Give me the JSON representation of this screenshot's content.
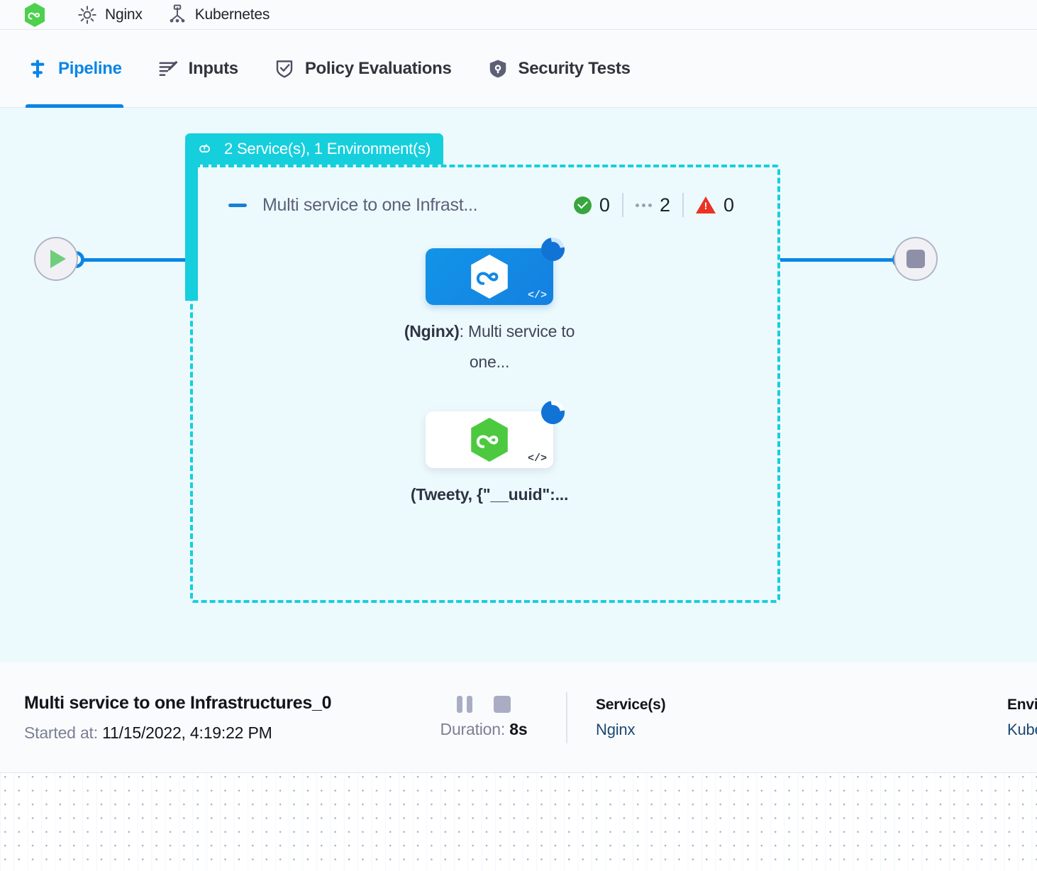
{
  "breadcrumb": {
    "items": [
      {
        "icon": "harness-hexagon-logo",
        "label": ""
      },
      {
        "icon": "gear-icon",
        "label": "Nginx"
      },
      {
        "icon": "kubernetes-icon",
        "label": "Kubernetes"
      }
    ]
  },
  "tabs": [
    {
      "id": "pipeline",
      "label": "Pipeline",
      "icon": "pipeline-icon",
      "active": true
    },
    {
      "id": "inputs",
      "label": "Inputs",
      "icon": "inputs-icon",
      "active": false
    },
    {
      "id": "policy-evaluations",
      "label": "Policy Evaluations",
      "icon": "policy-shield-check-icon",
      "active": false
    },
    {
      "id": "security-tests",
      "label": "Security Tests",
      "icon": "security-shield-icon",
      "active": false
    }
  ],
  "pipeline": {
    "start_node": {
      "icon": "play-icon",
      "name": "start-node"
    },
    "end_node": {
      "icon": "stop-square-icon",
      "name": "end-node"
    },
    "group": {
      "header_icon": "loop-repeat-icon",
      "header_label": "2 Service(s), 1 Environment(s)",
      "title": "Multi service to one Infrast...",
      "collapse_icon": "collapse-dash-icon",
      "counts": [
        {
          "icon": "success-check-icon",
          "value": "0"
        },
        {
          "icon": "running-dots-icon",
          "value": "2"
        },
        {
          "icon": "warning-triangle-icon",
          "value": "0"
        }
      ],
      "nodes": [
        {
          "id": "node-nginx",
          "icon": "harness-hexagon-blue-icon",
          "badge": "running-spinner-icon",
          "corner_icon": "code-brackets-icon",
          "corner_text": "</>",
          "label_bold": "(Nginx)",
          "label_rest": ": Multi service to one...",
          "style": "blue"
        },
        {
          "id": "node-tweety",
          "icon": "harness-hexagon-green-icon",
          "badge": "running-spinner-icon",
          "corner_icon": "code-brackets-icon",
          "corner_text": "</>",
          "label_bold": "(Tweety, {\"__uuid\":...",
          "label_rest": "",
          "style": "white"
        }
      ]
    }
  },
  "detail": {
    "title": "Multi service to one Infrastructures_0",
    "started_label": "Started at:",
    "started_value": "11/15/2022, 4:19:22 PM",
    "pause_button": "pause-button",
    "stop_button": "stop-button",
    "duration_label": "Duration:",
    "duration_value": "8s",
    "columns": [
      {
        "head": "Service(s)",
        "link": "Nginx"
      },
      {
        "head": "Envi",
        "link": "Kube"
      }
    ]
  }
}
